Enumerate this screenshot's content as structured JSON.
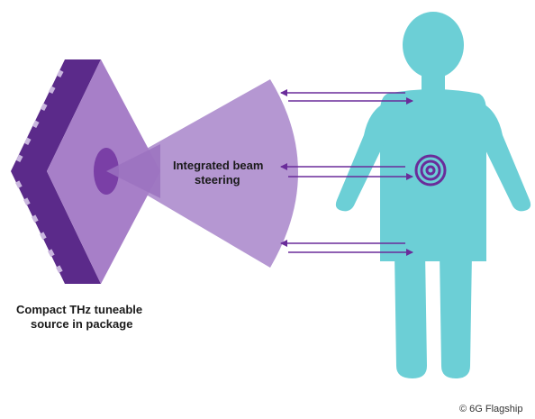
{
  "labels": {
    "source_line1": "Compact THz tuneable",
    "source_line2": "source in package",
    "beam_line1": "Integrated beam",
    "beam_line2": "steering",
    "credit": "© 6G Flagship"
  },
  "colors": {
    "chip_dark": "#5b2a8a",
    "chip_mid": "#7a3fa6",
    "chip_light": "#a77fc8",
    "pin": "#c9b6de",
    "beam": "#b597d2",
    "beam_dark": "#9b72c0",
    "arrow": "#6a2c9a",
    "person": "#6ccfd6",
    "target": "#6a2c9a"
  },
  "icons": [
    "thz-chip-icon",
    "beam-cone-icon",
    "person-icon",
    "target-icon",
    "arrow-icon"
  ]
}
